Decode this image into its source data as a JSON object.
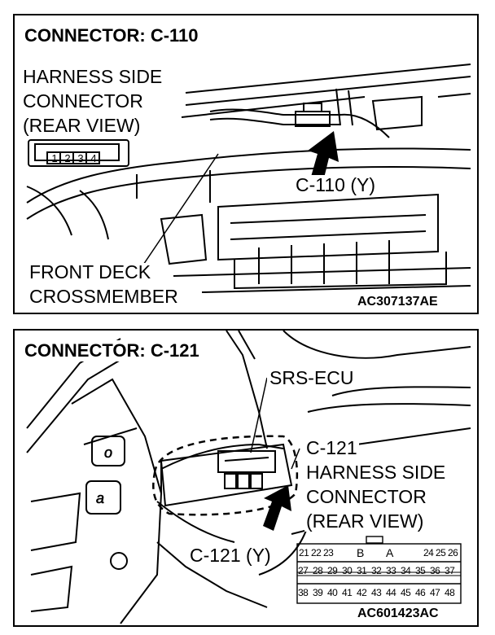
{
  "panel1": {
    "title": "CONNECTOR: C-110",
    "harness_line1": "HARNESS SIDE",
    "harness_line2": "CONNECTOR",
    "harness_line3": "(REAR VIEW)",
    "pin_numbers": [
      "1",
      "2",
      "3",
      "4"
    ],
    "connector_label": "C-110 (Y)",
    "location_line1": "FRONT DECK",
    "location_line2": "CROSSMEMBER",
    "figure_code": "AC307137AE"
  },
  "panel2": {
    "title": "CONNECTOR: C-121",
    "ecu_label": "SRS-ECU",
    "connector_name": "C-121",
    "harness_line1": "HARNESS SIDE",
    "harness_line2": "CONNECTOR",
    "harness_line3": "(REAR VIEW)",
    "connector_label": "C-121 (Y)",
    "pin_row1_left": [
      "21",
      "22",
      "23"
    ],
    "pin_row1_mid": [
      "B",
      "A"
    ],
    "pin_row1_right": [
      "24",
      "25",
      "26"
    ],
    "pin_row2": [
      "27",
      "28",
      "29",
      "30",
      "31",
      "32",
      "33",
      "34",
      "35",
      "36",
      "37"
    ],
    "pin_row3": [
      "38",
      "39",
      "40",
      "41",
      "42",
      "43",
      "44",
      "45",
      "46",
      "47",
      "48"
    ],
    "figure_code": "AC601423AC"
  }
}
